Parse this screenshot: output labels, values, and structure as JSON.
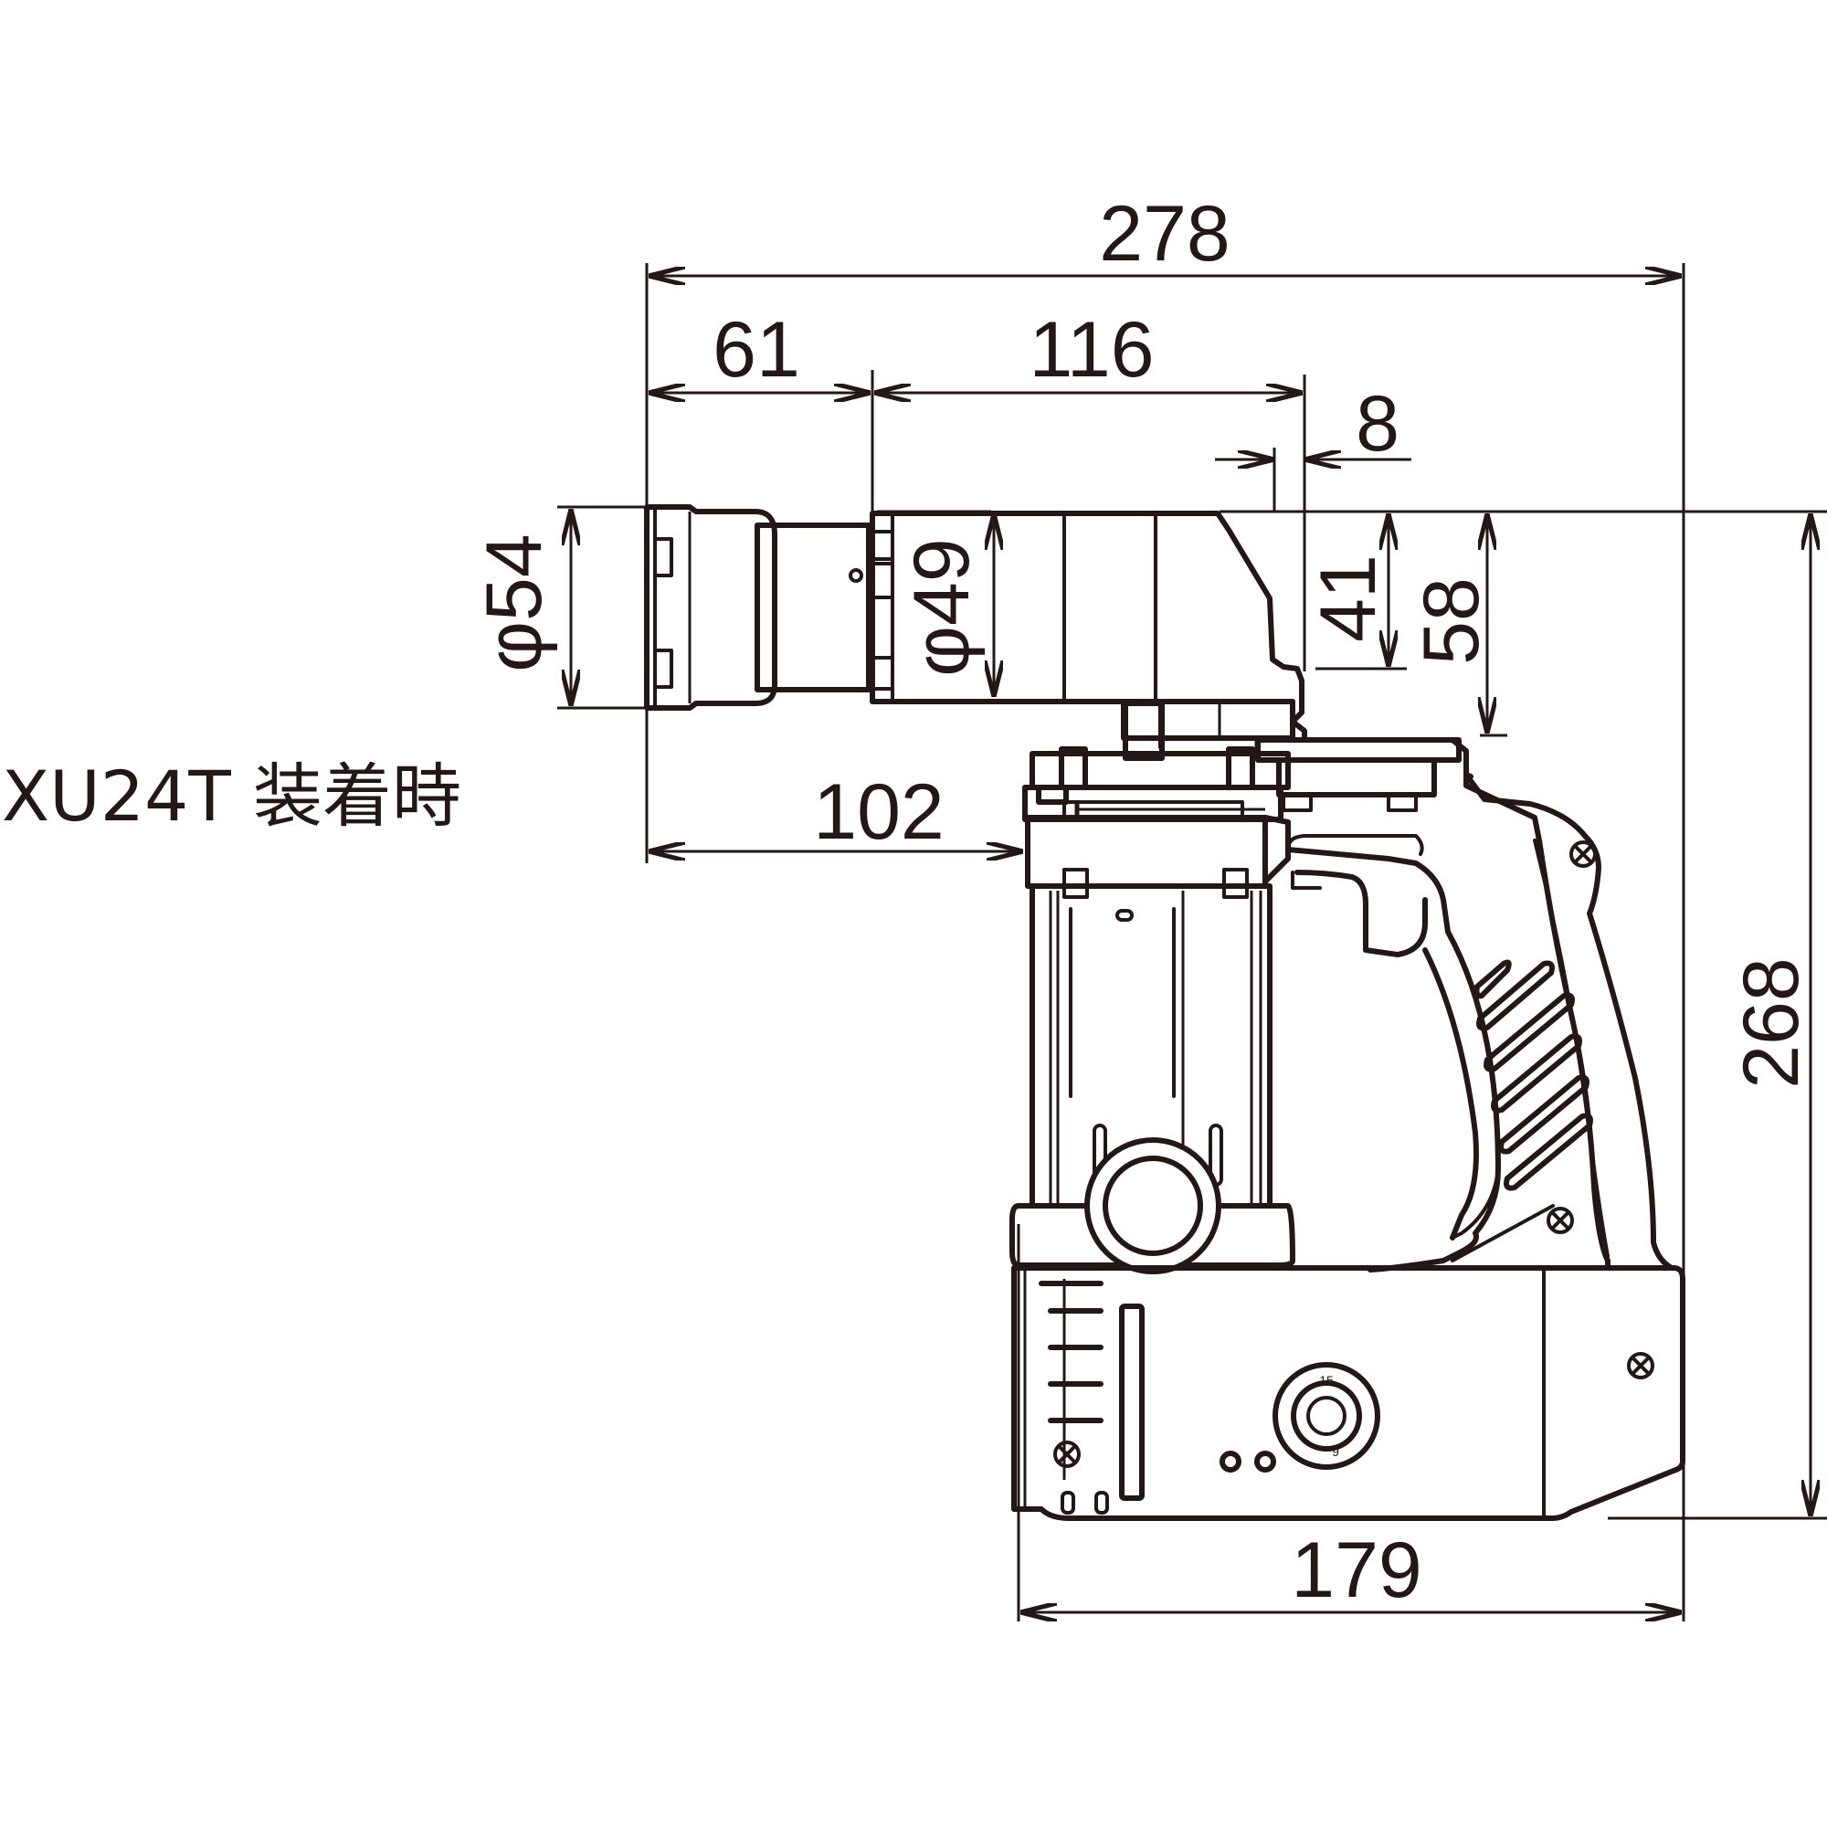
{
  "caption": "XU24T 装着時",
  "dimensions": {
    "overall_length": "278",
    "front_segment": "61",
    "middle_segment": "116",
    "step_small": "8",
    "front_diameter": "φ54",
    "body_diameter": "φ49",
    "head_step_upper": "41",
    "head_step_lower": "58",
    "nose_to_body": "102",
    "overall_height": "268",
    "base_length": "179"
  },
  "dial_marks": [
    "15",
    "9"
  ],
  "colors": {
    "line": "#231815",
    "background": "#ffffff"
  }
}
